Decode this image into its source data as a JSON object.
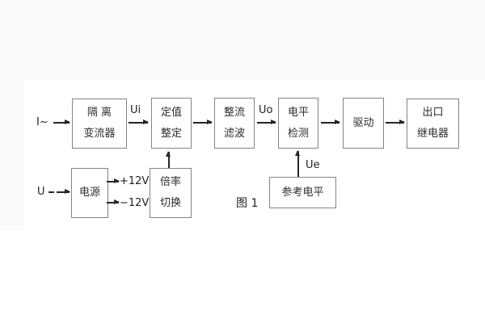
{
  "diagram": {
    "caption": "图 1",
    "signals": {
      "input_current": "I~",
      "input_voltage": "U",
      "ui": "Ui",
      "uo": "Uo",
      "ue": "Ue",
      "plus12": "+12V",
      "minus12": "−12V"
    },
    "blocks": {
      "isolation": {
        "line1": "隔 离",
        "line2": "变流器"
      },
      "setting": {
        "line1": "定值",
        "line2": "整定"
      },
      "rectifier": {
        "line1": "整流",
        "line2": "滤波"
      },
      "level": {
        "line1": "电平",
        "line2": "检测"
      },
      "drive": {
        "line1": "驱动"
      },
      "output": {
        "line1": "出口",
        "line2": "继电器"
      },
      "power": {
        "line1": "电源"
      },
      "ratio": {
        "line1": "倍率",
        "line2": "切换"
      },
      "reference": {
        "line1": "参考电平"
      }
    },
    "colors": {
      "box_border": "#848484",
      "text": "#2d2d2d",
      "line": "#262626",
      "background": "#ffffff",
      "margin_tint": "#fafafa"
    }
  }
}
